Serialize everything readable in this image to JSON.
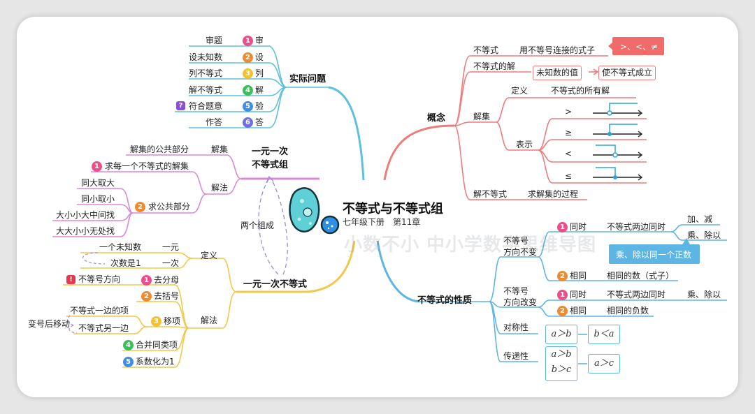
{
  "center": {
    "title": "不等式与不等式组",
    "subtitle": "七年级下册　第11章"
  },
  "watermark": "小数不小 中小学数学思维导图",
  "practical": {
    "title": "实际问题",
    "steps": [
      {
        "num": "1",
        "left": "审题",
        "right": "审",
        "color": "#ee4d8c"
      },
      {
        "num": "2",
        "left": "设未知数",
        "right": "设",
        "color": "#f08a2c"
      },
      {
        "num": "3",
        "left": "列不等式",
        "right": "列",
        "color": "#f3c12c"
      },
      {
        "num": "4",
        "left": "解不等式",
        "right": "解",
        "color": "#3bbf5a"
      },
      {
        "num": "5",
        "left": "符合题意",
        "right": "验",
        "color": "#3d8ee8"
      },
      {
        "num": "6",
        "left": "作答",
        "right": "答",
        "color": "#6d6de8"
      }
    ]
  },
  "system": {
    "title_line1": "一元一次",
    "title_line2": "不等式组",
    "solution_set_label": "解集",
    "solution_set_desc": "解集的公共部分",
    "method_label": "解法",
    "step1_num": "1",
    "step1": "求每一个不等式的解集",
    "step2_num": "2",
    "step2": "求公共部分",
    "rules": [
      "同大取大",
      "同小取小",
      "大小小大中间找",
      "大大小小无处找"
    ],
    "composed": "两个组成"
  },
  "linear": {
    "title": "一元一次不等式",
    "def_label": "定义",
    "def_items": [
      {
        "left": "一个未知数",
        "right": "一元"
      },
      {
        "left": "次数是1",
        "right": "一次"
      }
    ],
    "method_label": "解法",
    "steps": [
      {
        "num": "1",
        "text": "去分母",
        "color": "#ee4d8c"
      },
      {
        "num": "2",
        "text": "去括号",
        "color": "#f08a2c"
      },
      {
        "num": "3",
        "text": "移项",
        "color": "#f3c12c"
      },
      {
        "num": "4",
        "text": "合并同类项",
        "color": "#3bbf5a"
      },
      {
        "num": "5",
        "text": "系数化为1",
        "color": "#3d8ee8"
      }
    ],
    "flip_note": "不等号方向",
    "move_a": "不等式一边的项",
    "move_b": "不等式另一边",
    "move_note": "变号后移动"
  },
  "concept": {
    "title": "概念",
    "ineq_label": "不等式",
    "ineq_desc": "用不等号连接的式子",
    "ineq_signs": ">、<、≠",
    "sol_label": "不等式的解",
    "sol_box1": "未知数的值",
    "sol_box2": "使不等式成立",
    "set_label": "解集",
    "def_label": "定义",
    "def_desc": "不等式的所有解",
    "repr_label": "表示",
    "signs": [
      ">",
      "≥",
      "<",
      "≤"
    ],
    "solve_label": "解不等式",
    "solve_desc": "求解集的过程"
  },
  "props": {
    "title": "不等式的性质",
    "p1_label_line1": "不等号",
    "p1_label_line2": "方向不变",
    "p1_a_num": "1",
    "p1_a": "同时",
    "p1_a_desc": "不等式两边同时",
    "p1_a_ops": [
      "加、减",
      "乘、除以"
    ],
    "p1_callout": "乘、除以同一个正数",
    "p1_b_num": "2",
    "p1_b": "相同",
    "p1_b_desc": "相同的数（式子）",
    "p2_label_line1": "不等号",
    "p2_label_line2": "方向改变",
    "p2_a_num": "1",
    "p2_a": "同时",
    "p2_a_desc": "不等式两边同时",
    "p2_a_op": "乘、除以",
    "p2_b_num": "2",
    "p2_b": "相同",
    "p2_b_desc": "相同的负数",
    "sym_label": "对称性",
    "sym_a": "a＞b",
    "sym_b": "b＜a",
    "trans_label": "传递性",
    "trans_a": "a＞b",
    "trans_b": "b＞c",
    "trans_c": "a＞c"
  },
  "colors": {
    "blue": "#5ec0dc",
    "red": "#ef7b7b",
    "purple": "#d88ad6",
    "yellow": "#f2c84a",
    "prop_blue": "#5db5e3"
  }
}
